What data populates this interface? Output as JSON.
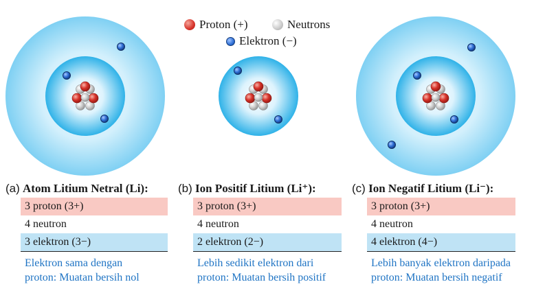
{
  "legend": {
    "proton": "Proton (+)",
    "neutron": "Neutrons",
    "electron": "Elektron (−)"
  },
  "colors": {
    "proton": "#d7332a",
    "neutron": "#c9c9c9",
    "electron": "#2f6fd6",
    "shell_outer": "#9fdcf7",
    "shell_inner": "#33b6ea",
    "row_proton": "#f9c9c3",
    "row_electron": "#bfe3f5",
    "note_text": "#1f74c4"
  },
  "panels": [
    {
      "letter": "(a)",
      "title": "Atom Litium Netral (Li):",
      "protons": "3 proton (3+)",
      "neutrons": "4 neutron",
      "electrons": "3 elektron (3−)",
      "note_line1": "Elektron sama dengan",
      "note_line2": "proton: Muatan bersih nol"
    },
    {
      "letter": "(b)",
      "title": "Ion Positif Litium (Li⁺):",
      "protons": "3 proton (3+)",
      "neutrons": "4 neutron",
      "electrons": "2 elektron (2−)",
      "note_line1": "Lebih sedikit elektron dari",
      "note_line2": "proton: Muatan bersih positif"
    },
    {
      "letter": "(c)",
      "title": "Ion Negatif Litium (Li⁻):",
      "protons": "3 proton (3+)",
      "neutrons": "4 neutron",
      "electrons": "4 elektron (4−)",
      "note_line1": "Lebih banyak elektron daripada",
      "note_line2": "proton: Muatan bersih negatif"
    }
  ]
}
